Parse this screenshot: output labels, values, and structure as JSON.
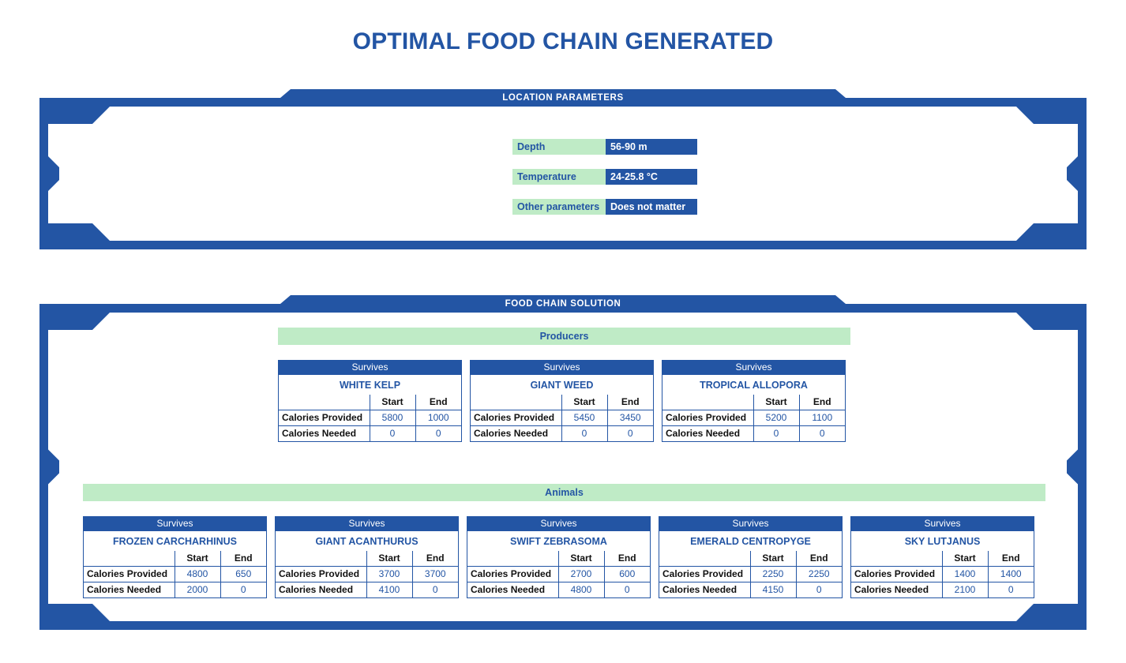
{
  "page": {
    "title": "OPTIMAL FOOD CHAIN GENERATED"
  },
  "colors": {
    "brand_blue": "#2355A4",
    "band_green": "#BFEBC6",
    "white": "#FFFFFF",
    "black_text": "#111111"
  },
  "location_panel": {
    "banner": "LOCATION PARAMETERS",
    "parameters": [
      {
        "label": "Depth",
        "value": "56-90 m"
      },
      {
        "label": "Temperature",
        "value": "24-25.8 °C"
      },
      {
        "label": "Other parameters",
        "value": "Does not matter"
      }
    ]
  },
  "solution_panel": {
    "banner": "FOOD CHAIN SOLUTION",
    "table_headers": {
      "start": "Start",
      "end": "End",
      "calories_provided": "Calories Provided",
      "calories_needed": "Calories Needed"
    },
    "sections": [
      {
        "band": "Producers",
        "cards": [
          {
            "status": "Survives",
            "name": "WHITE KELP",
            "calories_provided": {
              "start": "5800",
              "end": "1000"
            },
            "calories_needed": {
              "start": "0",
              "end": "0"
            }
          },
          {
            "status": "Survives",
            "name": "GIANT WEED",
            "calories_provided": {
              "start": "5450",
              "end": "3450"
            },
            "calories_needed": {
              "start": "0",
              "end": "0"
            }
          },
          {
            "status": "Survives",
            "name": "TROPICAL ALLOPORA",
            "calories_provided": {
              "start": "5200",
              "end": "1100"
            },
            "calories_needed": {
              "start": "0",
              "end": "0"
            }
          }
        ]
      },
      {
        "band": "Animals",
        "cards": [
          {
            "status": "Survives",
            "name": "FROZEN CARCHARHINUS",
            "calories_provided": {
              "start": "4800",
              "end": "650"
            },
            "calories_needed": {
              "start": "2000",
              "end": "0"
            }
          },
          {
            "status": "Survives",
            "name": "GIANT ACANTHURUS",
            "calories_provided": {
              "start": "3700",
              "end": "3700"
            },
            "calories_needed": {
              "start": "4100",
              "end": "0"
            }
          },
          {
            "status": "Survives",
            "name": "SWIFT ZEBRASOMA",
            "calories_provided": {
              "start": "2700",
              "end": "600"
            },
            "calories_needed": {
              "start": "4800",
              "end": "0"
            }
          },
          {
            "status": "Survives",
            "name": "EMERALD CENTROPYGE",
            "calories_provided": {
              "start": "2250",
              "end": "2250"
            },
            "calories_needed": {
              "start": "4150",
              "end": "0"
            }
          },
          {
            "status": "Survives",
            "name": "SKY LUTJANUS",
            "calories_provided": {
              "start": "1400",
              "end": "1400"
            },
            "calories_needed": {
              "start": "2100",
              "end": "0"
            }
          }
        ]
      }
    ]
  }
}
